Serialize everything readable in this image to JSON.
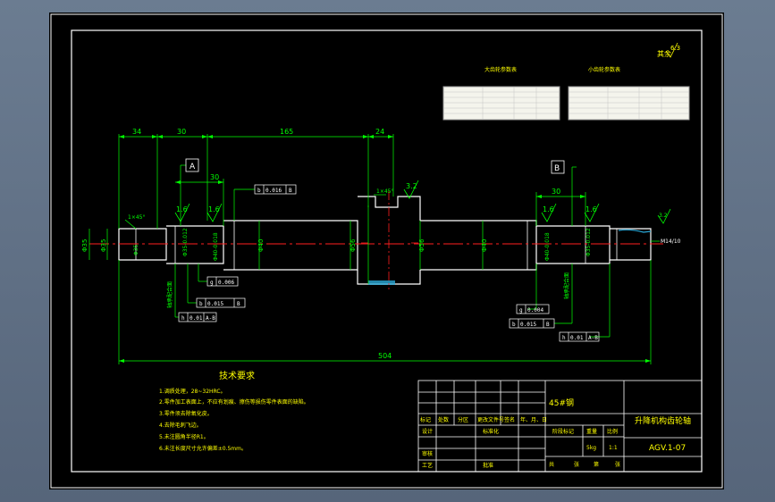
{
  "drawing": {
    "title": "升降机构齿轮轴",
    "drawing_no": "AGV.1-07",
    "material": "45#钢",
    "weight": "5kg",
    "scale": "1:1",
    "roughness_note": "其余",
    "roughness_note_value": "6.3"
  },
  "gear_tables": {
    "left_title": "大齿轮参数表",
    "right_title": "小齿轮参数表"
  },
  "dimensions": {
    "d34": "34",
    "d30a": "30",
    "d165": "165",
    "d24": "24",
    "d30b": "30",
    "d30c": "30",
    "total": "504",
    "chamfer_left": "1×45°",
    "chamfer_gear": "1×45°",
    "thread_label": "M14/10",
    "dia_left": "Φ35",
    "dia_main_a": "Φ40",
    "dia_main_b": "Φ40",
    "dia_gear": "Φ56",
    "bearing_left": "Φ35-0.012",
    "journal_left": "Φ40-0.018",
    "journal_right": "Φ40-0.018",
    "bearing_right": "Φ35-0.012"
  },
  "roughness": {
    "r1": "1.6",
    "r2": "1.6",
    "r3": "3.2",
    "r4": "1.6",
    "r5": "1.6",
    "r6": "3.2"
  },
  "datums": {
    "a": "A",
    "b": "B"
  },
  "tolerances": {
    "t_top": {
      "symbol": "b",
      "value": "0.016",
      "ref": "B"
    },
    "t_left_1": {
      "symbol": "g",
      "value": "0.006",
      "ref": ""
    },
    "t_left_2": {
      "symbol": "b",
      "value": "0.015",
      "ref": "B"
    },
    "t_left_3": {
      "symbol": "h",
      "value": "0.01",
      "ref": "A-B"
    },
    "t_right_1": {
      "symbol": "g",
      "value": "0.004",
      "ref": ""
    },
    "t_right_2": {
      "symbol": "b",
      "value": "0.015",
      "ref": "B"
    },
    "t_right_3": {
      "symbol": "h",
      "value": "0.01",
      "ref": "A-B"
    }
  },
  "side_labels": {
    "left": "轴承配合面",
    "right": "轴承配合面"
  },
  "tech_req": {
    "title": "技术要求",
    "items": [
      "1.调质处理，28~32HRC。",
      "2.零件加工表面上，不应有划痕、擦伤等损伤零件表面的缺陷。",
      "3.零件须去除氧化皮。",
      "4.去除毛刺飞边。",
      "5.未注圆角半径R1。",
      "6.未注长度尺寸允许偏差±0.5mm。"
    ]
  },
  "title_block": {
    "row_labels": [
      "标记",
      "处数",
      "分区",
      "更改文件号",
      "签名",
      "年、月、日"
    ],
    "design": "设计",
    "standard": "标准化",
    "stage": "阶段标记",
    "weight_label": "重量",
    "scale_label": "比例",
    "check": "审核",
    "process": "工艺",
    "approve": "批准",
    "sheet_total": "共",
    "sheet_label": "张",
    "sheet_no": "第",
    "sheet_label2": "张"
  }
}
